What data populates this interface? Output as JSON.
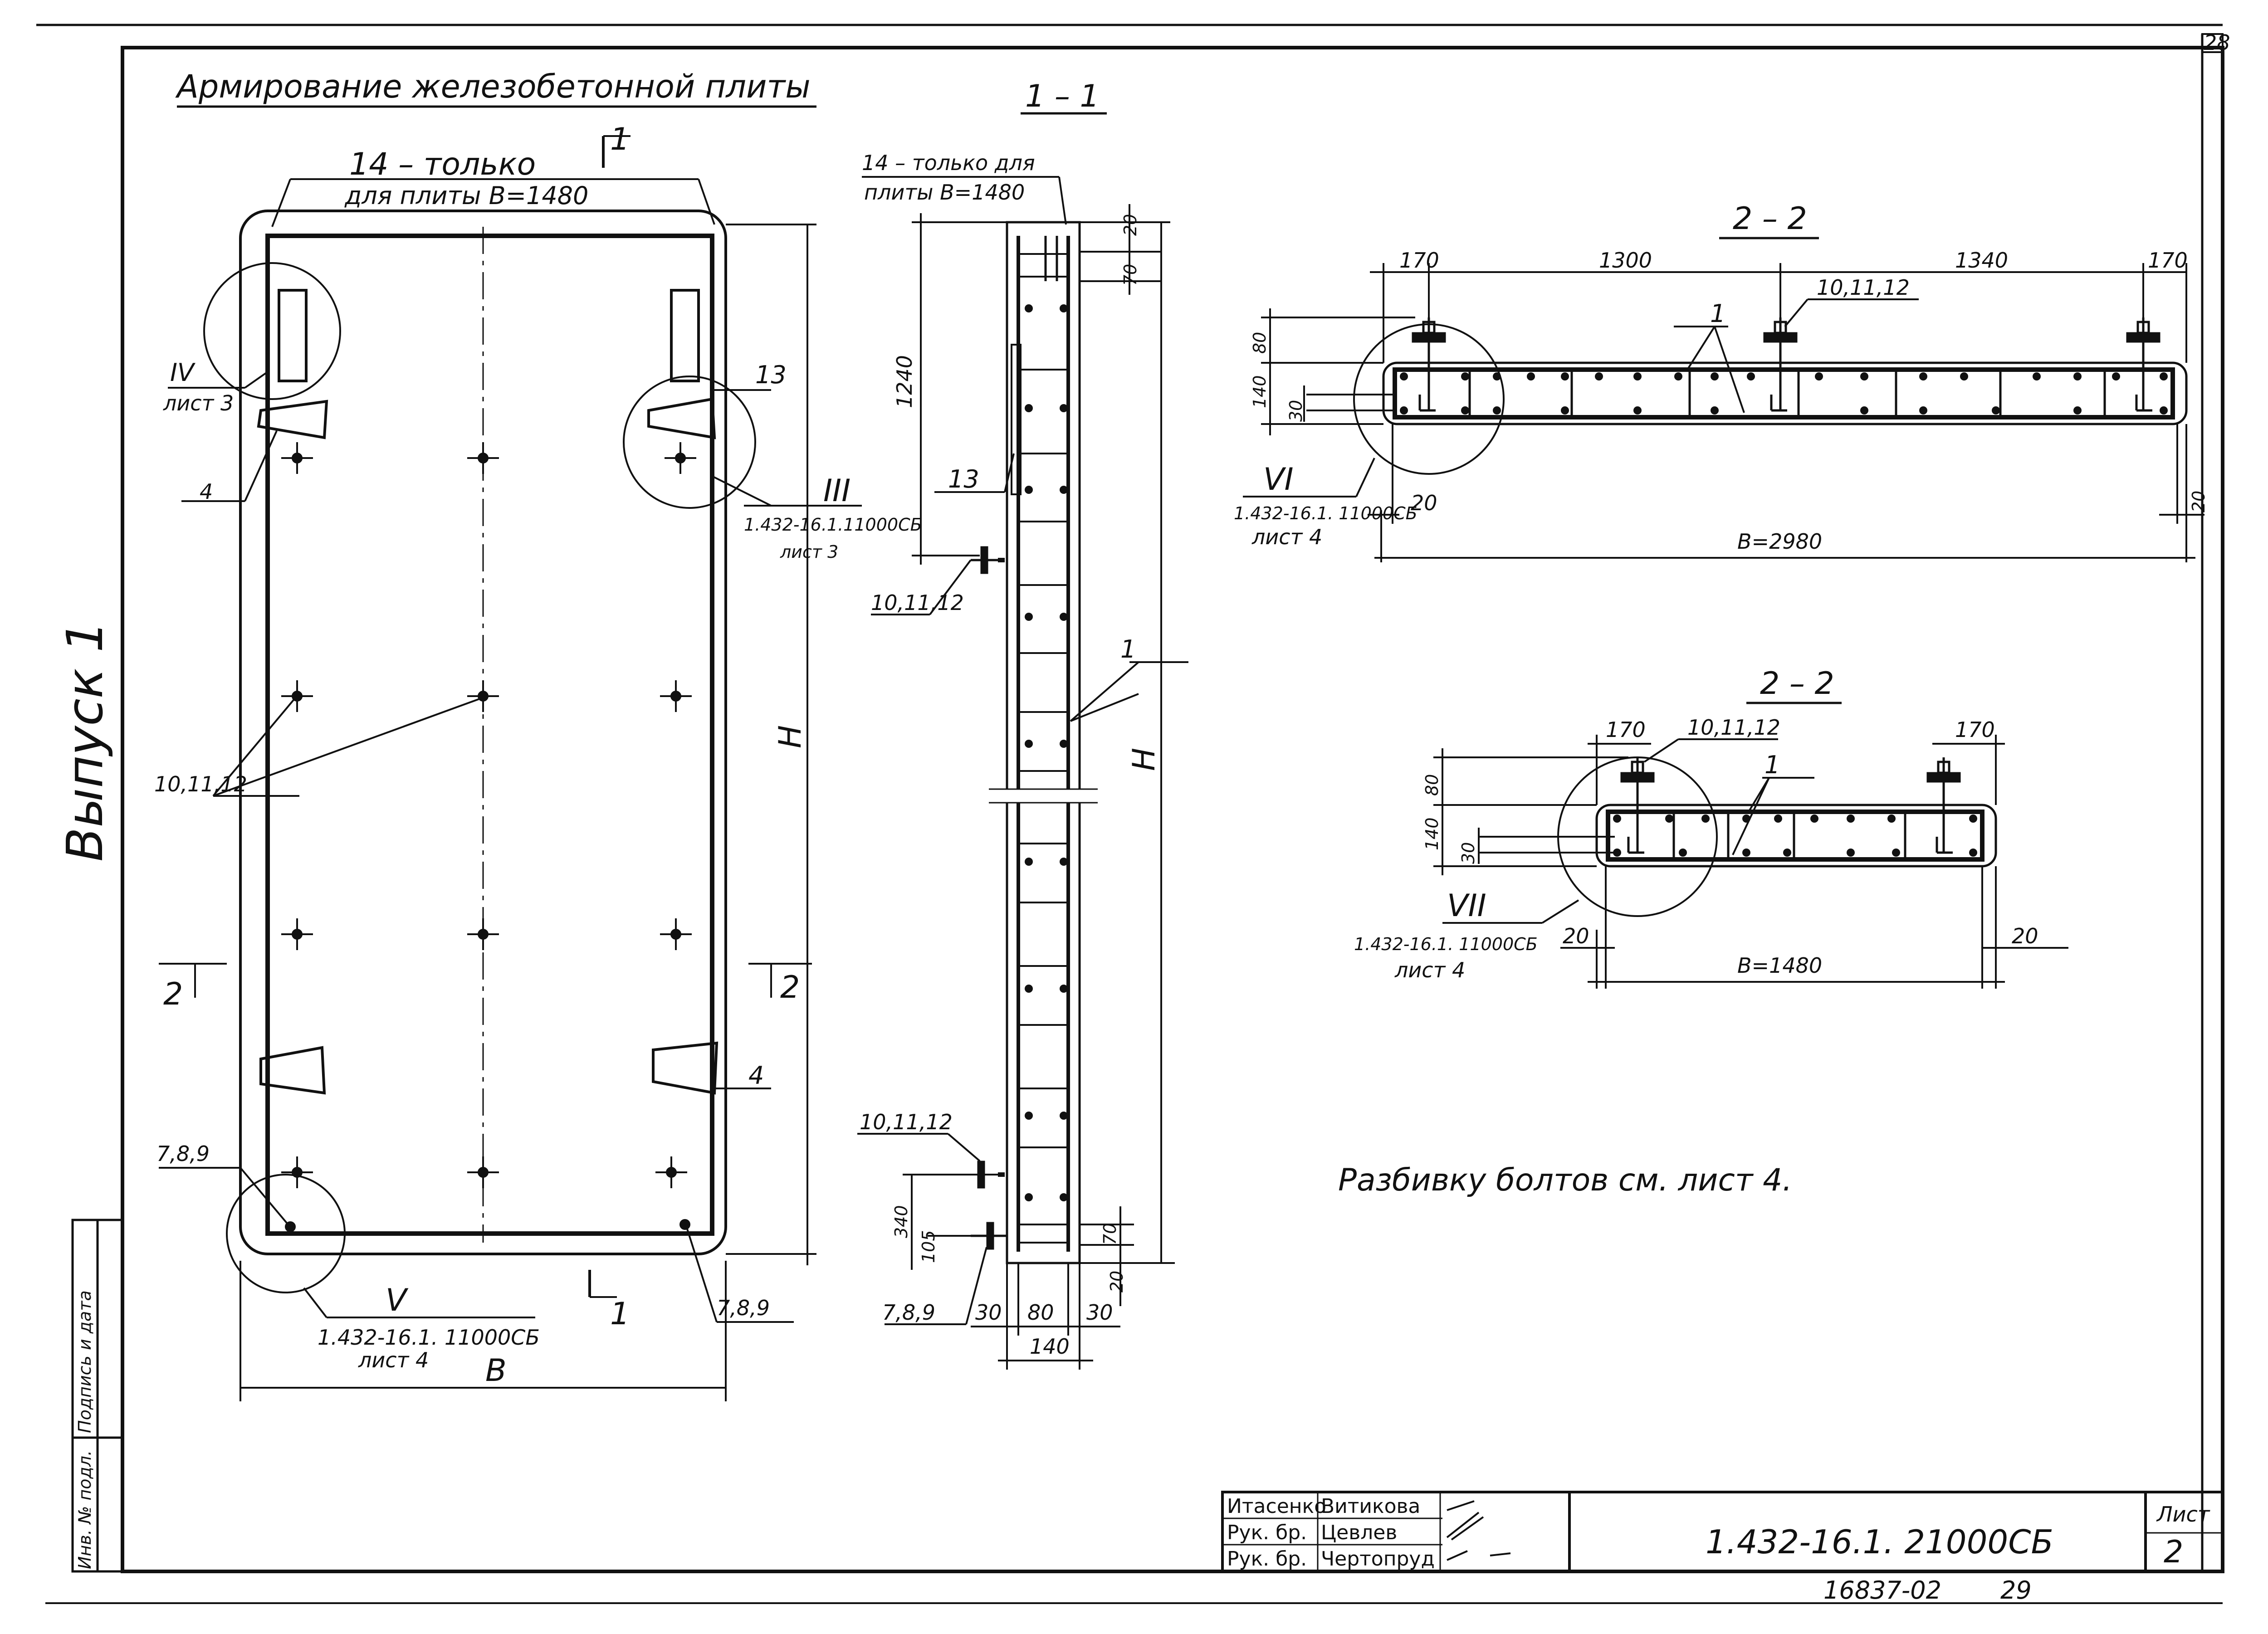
{
  "sheet_number_top": "28",
  "side_label": "Выпуск 1",
  "title": "Армирование железобетонной плиты",
  "plan": {
    "note_14": "14 – только",
    "note_14_b": "для плиты B=1480",
    "cut_1": "1",
    "cut_2": "2",
    "callout_IV": "IV",
    "callout_IV_sheet": "лист 3",
    "callout_III": "III",
    "callout_III_code": "1.432-16.1.11000СБ",
    "callout_III_sheet": "лист 3",
    "callout_V": "V",
    "callout_V_code": "1.432-16.1. 11000СБ",
    "callout_V_sheet": "лист 4",
    "pos_4a": "4",
    "pos_4b": "4",
    "pos_13": "13",
    "pos_101112": "10,11,12",
    "pos_789a": "7,8,9",
    "pos_789b": "7,8,9",
    "dim_B": "В",
    "dim_H": "Н"
  },
  "section_1_1": {
    "label": "1 – 1",
    "note_14": "14 – только для",
    "note_14_b": "плиты B=1480",
    "dim_20_top": "20",
    "dim_70_top": "70",
    "dim_1240": "1240",
    "dim_H": "Н",
    "pos_13": "13",
    "pos_1": "1",
    "pos_101112_a": "10,11,12",
    "pos_101112_b": "10,11,12",
    "pos_789": "7,8,9",
    "dim_340": "340",
    "dim_105": "105",
    "dim_70_bot": "70",
    "dim_20_bot": "20",
    "dim_30a": "30",
    "dim_80": "80",
    "dim_30b": "30",
    "dim_140": "140"
  },
  "section_2_2_large": {
    "label": "2 – 2",
    "dim_170a": "170",
    "dim_1300": "1300",
    "dim_1340": "1340",
    "dim_170b": "170",
    "pos_101112": "10,11,12",
    "pos_1": "1",
    "dim_80": "80",
    "dim_140": "140",
    "dim_30": "30",
    "callout_VI": "VI",
    "callout_VI_code": "1.432-16.1. 11000СБ",
    "callout_VI_sheet": "лист 4",
    "dim_20a": "20",
    "dim_20b": "20",
    "dim_B": "B=2980"
  },
  "section_2_2_small": {
    "label": "2 – 2",
    "dim_170a": "170",
    "pos_101112": "10,11,12",
    "dim_170b": "170",
    "pos_1": "1",
    "dim_80": "80",
    "dim_140": "140",
    "dim_30": "30",
    "callout_VII": "VII",
    "callout_VII_code": "1.432-16.1. 11000СБ",
    "callout_VII_sheet": "лист 4",
    "dim_20a": "20",
    "dim_20b": "20",
    "dim_B": "B=1480"
  },
  "note": "Разбивку болтов см. лист 4.",
  "left_strip": {
    "inv": "Инв. № подл.",
    "sign": "Подпись и дата"
  },
  "title_block": {
    "row1_role": "Итасенко",
    "row1_name": "Витикова",
    "row2_role": "Рук. бр.",
    "row2_name": "Цевлев",
    "row3_role": "Рук. бр.",
    "row3_name": "Чертопруд",
    "code": "1.432-16.1. 21000СБ",
    "sheet_label": "Лист",
    "sheet_number": "2"
  },
  "bottom_number": "16837-02",
  "bottom_page": "29"
}
